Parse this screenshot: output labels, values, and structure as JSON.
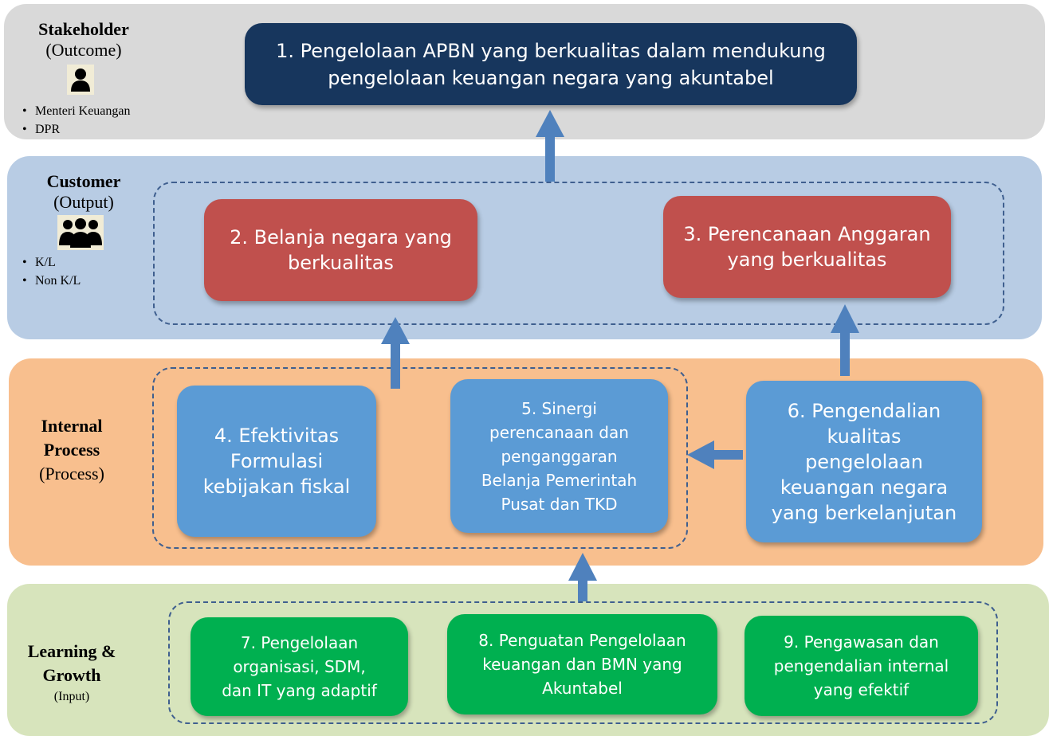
{
  "colors": {
    "stakeholder_band": "#d9d9d9",
    "customer_band": "#b8cce4",
    "internal_band": "#f8bf8e",
    "learning_band": "#d7e4bc",
    "outcome_box": "#17365d",
    "output_box": "#c0504d",
    "process_box": "#5b9bd5",
    "input_box": "#00b050",
    "arrow": "#4f81bd"
  },
  "layers": {
    "stakeholder": {
      "title": "Stakeholder",
      "subtitle": "(Outcome)",
      "icon": "person-icon",
      "items": [
        "Menteri Keuangan",
        "DPR"
      ]
    },
    "customer": {
      "title": "Customer",
      "subtitle": "(Output)",
      "icon": "group-icon",
      "items": [
        "K/L",
        "Non K/L"
      ]
    },
    "internal": {
      "title_line1": "Internal",
      "title_line2": "Process",
      "subtitle": "(Process)"
    },
    "learning": {
      "title_line1": "Learning &",
      "title_line2": "Growth",
      "subtitle": "(Input)"
    }
  },
  "objectives": [
    {
      "number": 1,
      "lines": [
        "1. Pengelolaan APBN yang berkualitas dalam mendukung",
        "pengelolaan keuangan negara yang akuntabel"
      ]
    },
    {
      "number": 2,
      "lines": [
        "2. Belanja negara yang",
        "berkualitas"
      ]
    },
    {
      "number": 3,
      "lines": [
        "3. Perencanaan Anggaran",
        "yang berkualitas"
      ]
    },
    {
      "number": 4,
      "lines": [
        "4. Efektivitas",
        "Formulasi",
        "kebijakan fiskal"
      ]
    },
    {
      "number": 5,
      "lines": [
        "5. Sinergi",
        "perencanaan dan",
        "penganggaran",
        "Belanja Pemerintah",
        "Pusat dan TKD"
      ]
    },
    {
      "number": 6,
      "lines": [
        "6. Pengendalian",
        "kualitas",
        "pengelolaan",
        "keuangan negara",
        "yang berkelanjutan"
      ]
    },
    {
      "number": 7,
      "lines": [
        "7. Pengelolaan",
        "organisasi, SDM,",
        "dan IT yang adaptif"
      ]
    },
    {
      "number": 8,
      "lines": [
        "8. Penguatan Pengelolaan",
        "keuangan dan BMN yang",
        "Akuntabel"
      ]
    },
    {
      "number": 9,
      "lines": [
        "9. Pengawasan dan",
        "pengendalian internal",
        "yang efektif"
      ]
    }
  ]
}
